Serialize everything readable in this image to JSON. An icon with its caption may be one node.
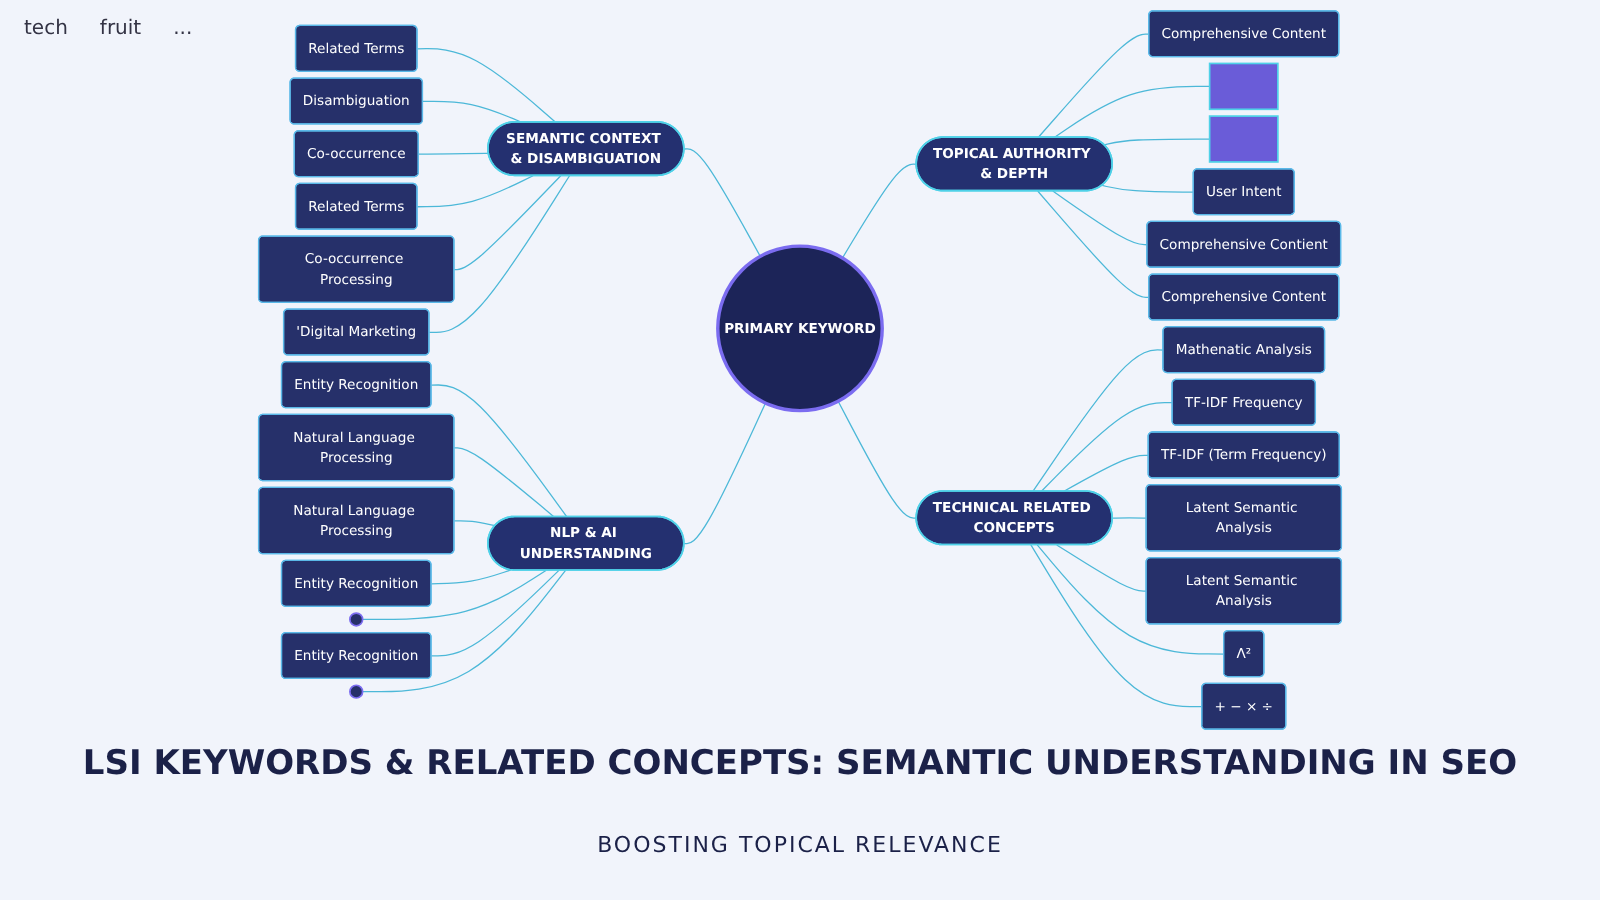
{
  "diagram": {
    "title": "LSI KEYWORDS & RELATED CONCEPTS: SEMANTIC UNDERSTANDING IN SEO",
    "caption": "BOOSTING TOPICAL RELEVANCE",
    "nodes": [
      {
        "text": [
          "PRIMARY KEYWORD"
        ]
      },
      {
        "text": [
          "SEMANTIC CONTEXT & DISAMBIGUATION"
        ]
      },
      {
        "text": [
          "Related Terms"
        ]
      },
      {
        "text": [
          "Disambiguation"
        ]
      },
      {
        "text": [
          "Co-occurrence"
        ]
      },
      {
        "text": [
          "Related Terms"
        ]
      },
      {
        "text": [
          "Co-occurrence Processing"
        ]
      },
      {
        "text": [
          "'Digital Marketing"
        ]
      },
      {
        "text": [
          "TOPICAL AUTHORITY & DEPTH"
        ]
      },
      {
        "text": [
          "Comprehensive Content"
        ]
      },
      {
        "text": [],
        "shape": "box"
      },
      {
        "text": [],
        "shape": "box"
      },
      {
        "text": [
          "User Intent"
        ]
      },
      {
        "text": [
          "Comprehensive Contient"
        ]
      },
      {
        "text": [
          "Comprehensive Content"
        ]
      },
      {
        "text": [
          "NLP & AI UNDERSTANDING"
        ]
      },
      {
        "text": [
          "Entity Recognition"
        ]
      },
      {
        "text": [
          "Natural Language Processing"
        ]
      },
      {
        "text": [
          "Natural Language Processing"
        ]
      },
      {
        "text": [
          "Entity Recognition"
        ]
      },
      {
        "text": [],
        "shape": "circle"
      },
      {
        "text": [
          "Entity Recognition"
        ]
      },
      {
        "text": [],
        "shape": "circle"
      },
      {
        "text": [
          "TECHNICAL RELATED CONCEPTS"
        ]
      },
      {
        "text": [
          "Mathenatic Analysis"
        ]
      },
      {
        "text": [
          "TF-IDF Frequency"
        ]
      },
      {
        "text": [
          "TF-IDF (Term Frequency)"
        ]
      },
      {
        "text": [
          "Latent Semantic Analysis"
        ]
      },
      {
        "text": [
          "Latent Semantic Analysis"
        ]
      },
      {
        "text": [
          "Λ²"
        ]
      },
      {
        "text": [
          "+ − × ÷"
        ]
      }
    ],
    "edges": [
      {
        "from": 1,
        "to": 0,
        "arrow": "none"
      },
      {
        "from": 0,
        "to": 8,
        "arrow": "none"
      },
      {
        "from": 15,
        "to": 0,
        "arrow": "none"
      },
      {
        "from": 0,
        "to": 23,
        "arrow": "none"
      },
      {
        "from": 2,
        "to": 1,
        "arrow": "none"
      },
      {
        "from": 3,
        "to": 1,
        "arrow": "none"
      },
      {
        "from": 4,
        "to": 1,
        "arrow": "none"
      },
      {
        "from": 5,
        "to": 1,
        "arrow": "none"
      },
      {
        "from": 6,
        "to": 1,
        "arrow": "none"
      },
      {
        "from": 7,
        "to": 1,
        "arrow": "none"
      },
      {
        "from": 8,
        "to": 9,
        "arrow": "none"
      },
      {
        "from": 8,
        "to": 10,
        "arrow": "none"
      },
      {
        "from": 8,
        "to": 11,
        "arrow": "none"
      },
      {
        "from": 8,
        "to": 12,
        "arrow": "none"
      },
      {
        "from": 8,
        "to": 13,
        "arrow": "none"
      },
      {
        "from": 8,
        "to": 14,
        "arrow": "none"
      },
      {
        "from": 16,
        "to": 15,
        "arrow": "none"
      },
      {
        "from": 17,
        "to": 15,
        "arrow": "none"
      },
      {
        "from": 18,
        "to": 15,
        "arrow": "none"
      },
      {
        "from": 19,
        "to": 15,
        "arrow": "none"
      },
      {
        "from": 20,
        "to": 15,
        "arrow": "none"
      },
      {
        "from": 21,
        "to": 15,
        "arrow": "none"
      },
      {
        "from": 22,
        "to": 15,
        "arrow": "none"
      },
      {
        "from": 23,
        "to": 24,
        "arrow": "none"
      },
      {
        "from": 23,
        "to": 25,
        "arrow": "none"
      },
      {
        "from": 23,
        "to": 26,
        "arrow": "none"
      },
      {
        "from": 23,
        "to": 27,
        "arrow": "none"
      },
      {
        "from": 23,
        "to": 28,
        "arrow": "none"
      },
      {
        "from": 23,
        "to": 29,
        "arrow": "none"
      },
      {
        "from": 23,
        "to": 30,
        "arrow": "none"
      }
    ],
    "labels": [
      "tech",
      "fruit",
      "..."
    ]
  }
}
